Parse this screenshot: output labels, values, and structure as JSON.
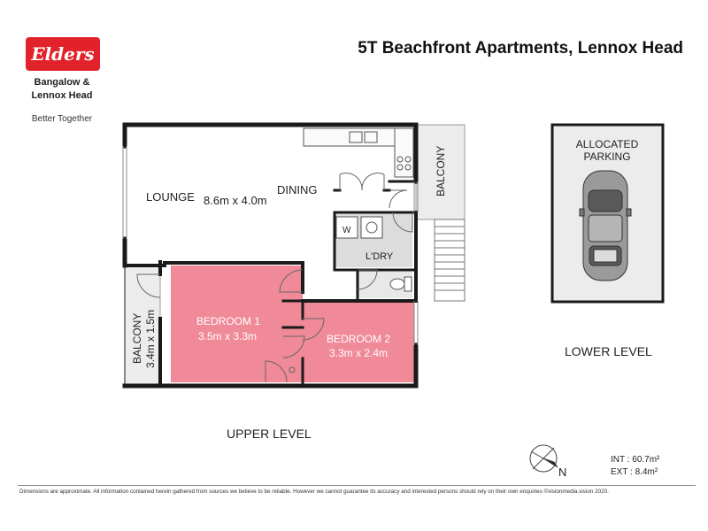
{
  "brand": {
    "logo_text": "Elders",
    "office": "Bangalow &\nLennox Head",
    "tagline": "Better Together",
    "logo_color": "#e1222a"
  },
  "title": "5T Beachfront Apartments, Lennox Head",
  "upper_level": {
    "heading": "UPPER LEVEL",
    "lounge_label": "LOUNGE",
    "lounge_dims": "8.6m x 4.0m",
    "dining_label": "DINING",
    "laundry_label": "L'DRY",
    "washer_label": "W",
    "balcony_east_label": "BALCONY",
    "balcony_west_label": "BALCONY",
    "balcony_west_dims": "3.4m x 1.5m",
    "bedroom1_label": "BEDROOM 1",
    "bedroom1_dims": "3.5m x 3.3m",
    "bedroom2_label": "BEDROOM 2",
    "bedroom2_dims": "3.3m x 2.4m",
    "bedroom_color": "#f08a98"
  },
  "lower_level": {
    "heading": "LOWER LEVEL",
    "parking_label_1": "ALLOCATED",
    "parking_label_2": "PARKING"
  },
  "compass": {
    "label": "N"
  },
  "areas": {
    "internal": "INT : 60.7m²",
    "external": "EXT : 8.4m²"
  },
  "disclaimer": "Dimensions are approximate. All information contained herein gathered from sources we believe to be reliable. However we cannot guarantee its accuracy and interested persons should rely on their own enquiries ©visionmedia.vision 2020."
}
